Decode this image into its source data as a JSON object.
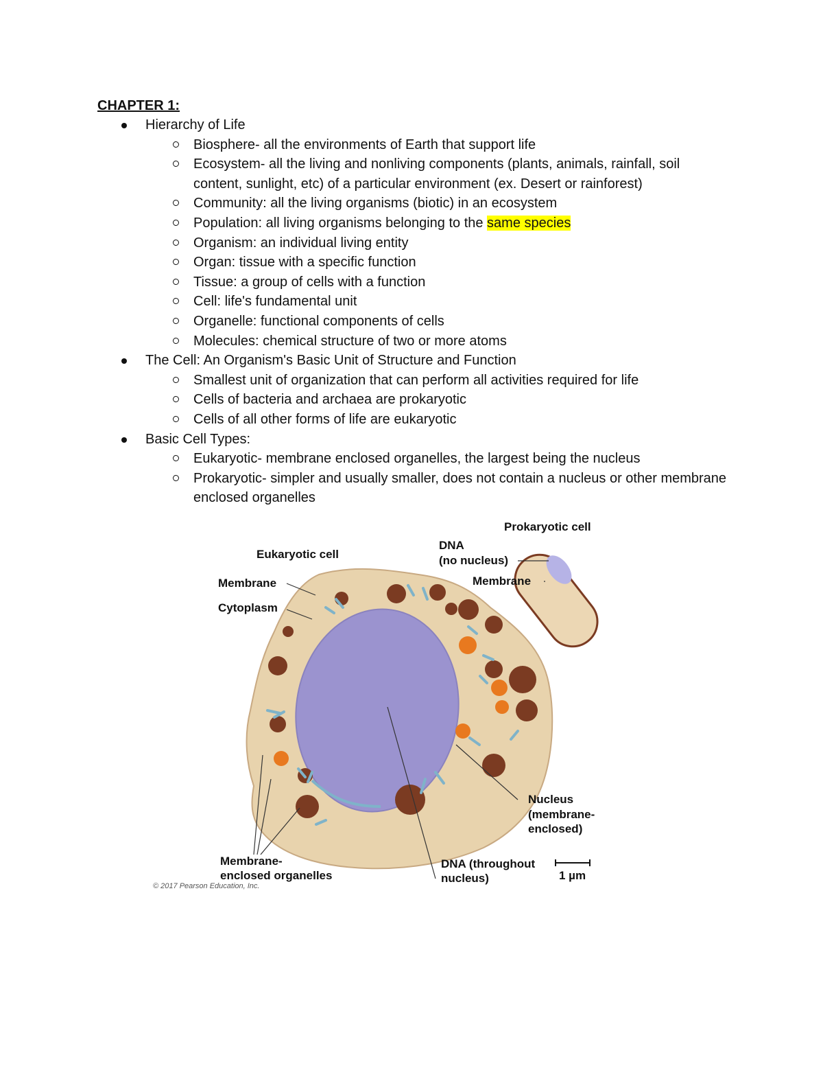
{
  "chapter_title": "CHAPTER 1:",
  "outline": [
    {
      "text": "Hierarchy of Life",
      "items": [
        {
          "text": "Biosphere- all the environments of Earth that support life"
        },
        {
          "text": "Ecosystem- all the living and nonliving components (plants, animals, rainfall, soil content, sunlight, etc) of a particular environment (ex. Desert or rainforest)"
        },
        {
          "text": "Community: all the living organisms (biotic) in an ecosystem"
        },
        {
          "text": "Population: all living organisms belonging to the ",
          "highlight": "same species"
        },
        {
          "text": "Organism: an individual living entity"
        },
        {
          "text": "Organ: tissue with a specific function"
        },
        {
          "text": "Tissue: a group of cells with a function"
        },
        {
          "text": "Cell: life's fundamental unit"
        },
        {
          "text": "Organelle: functional components of cells"
        },
        {
          "text": "Molecules: chemical structure of two or more atoms"
        }
      ]
    },
    {
      "text": "The Cell: An Organism's Basic Unit of Structure and Function",
      "items": [
        {
          "text": "Smallest unit of organization that can perform all activities required for life"
        },
        {
          "text": "Cells of bacteria and archaea are prokaryotic"
        },
        {
          "text": "Cells of all other forms of life are eukaryotic"
        }
      ]
    },
    {
      "text": "Basic Cell Types:",
      "items": [
        {
          "text": "Eukaryotic- membrane enclosed organelles, the largest being the nucleus"
        },
        {
          "text": "Prokaryotic- simpler and usually smaller, does not contain a nucleus or other membrane enclosed organelles"
        }
      ]
    }
  ],
  "figure": {
    "labels": {
      "prokaryotic_cell": "Prokaryotic cell",
      "eukaryotic_cell": "Eukaryotic cell",
      "dna_no_nucleus_1": "DNA",
      "dna_no_nucleus_2": "(no nucleus)",
      "membrane_prokaryote": "Membrane",
      "membrane_eukaryote": "Membrane",
      "cytoplasm": "Cytoplasm",
      "nucleus_1": "Nucleus",
      "nucleus_2": "(membrane-",
      "nucleus_3": "enclosed)",
      "organelles_1": "Membrane-",
      "organelles_2": "enclosed organelles",
      "dna_throughout_1": "DNA (throughout",
      "dna_throughout_2": "nucleus)",
      "scale_bar": "1 µm"
    },
    "credit": "© 2017 Pearson Education, Inc.",
    "colors": {
      "cytoplasm": "#e8d3ad",
      "nucleus": "#9b93cf",
      "organelle_brown": "#7b3b22",
      "organelle_orange": "#e8791f",
      "er_blue": "#7fb3c9",
      "prokaryote_body": "#ecd7b4"
    }
  }
}
